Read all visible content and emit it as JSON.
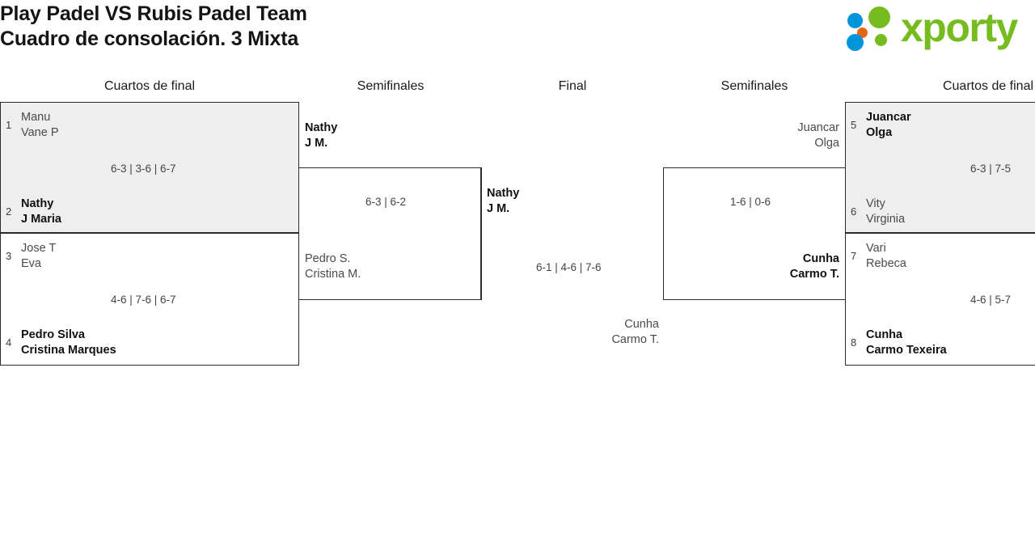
{
  "header": {
    "title_line1": "Play Padel VS Rubis Padel Team",
    "title_line2": "Cuadro de consolación. 3 Mixta",
    "logo_text": "xporty",
    "logo_colors": {
      "green": "#76bc21",
      "blue": "#0095d9",
      "orange": "#e8650f"
    }
  },
  "round_headers": [
    {
      "label": "Cuartos de final",
      "side": "left"
    },
    {
      "label": "Semifinales",
      "side": "left"
    },
    {
      "label": "Final",
      "side": "center"
    },
    {
      "label": "Semifinales",
      "side": "right"
    },
    {
      "label": "Cuartos de final",
      "side": "right"
    }
  ],
  "matches": {
    "lqf1": {
      "score": "6-3 | 3-6 | 6-7",
      "top": {
        "seed": "1",
        "line1": "Manu",
        "line2": "Vane P",
        "winner": false
      },
      "bottom": {
        "seed": "2",
        "line1": "Nathy",
        "line2": "J Maria",
        "winner": true
      }
    },
    "lqf2": {
      "score": "4-6 | 7-6 | 6-7",
      "top": {
        "seed": "3",
        "line1": "Jose T",
        "line2": "Eva",
        "winner": false
      },
      "bottom": {
        "seed": "4",
        "line1": "Pedro Silva",
        "line2": "Cristina Marques",
        "winner": true
      }
    },
    "lsf": {
      "score": "6-3 | 6-2",
      "top": {
        "seed": "",
        "line1": "Nathy",
        "line2": "J M.",
        "winner": true
      },
      "bottom": {
        "seed": "",
        "line1": "Pedro S.",
        "line2": "Cristina M.",
        "winner": false
      }
    },
    "final": {
      "score": "6-1 | 4-6 | 7-6",
      "top": {
        "seed": "",
        "line1": "Nathy",
        "line2": "J M.",
        "winner": true
      },
      "bottom": {
        "seed": "",
        "line1": "Cunha",
        "line2": "Carmo T.",
        "winner": false
      }
    },
    "rsf": {
      "score": "1-6 | 0-6",
      "top": {
        "seed": "",
        "line1": "Juancar",
        "line2": "Olga",
        "winner": false
      },
      "bottom": {
        "seed": "",
        "line1": "Cunha",
        "line2": "Carmo T.",
        "winner": true
      }
    },
    "rqf1": {
      "score": "6-3 | 7-5",
      "top": {
        "seed": "5",
        "line1": "Juancar",
        "line2": "Olga",
        "winner": true
      },
      "bottom": {
        "seed": "6",
        "line1": "Vity",
        "line2": "Virginia",
        "winner": false
      }
    },
    "rqf2": {
      "score": "4-6 | 5-7",
      "top": {
        "seed": "7",
        "line1": "Vari",
        "line2": "Rebeca",
        "winner": false
      },
      "bottom": {
        "seed": "8",
        "line1": "Cunha",
        "line2": "Carmo Texeira",
        "winner": true
      }
    }
  }
}
